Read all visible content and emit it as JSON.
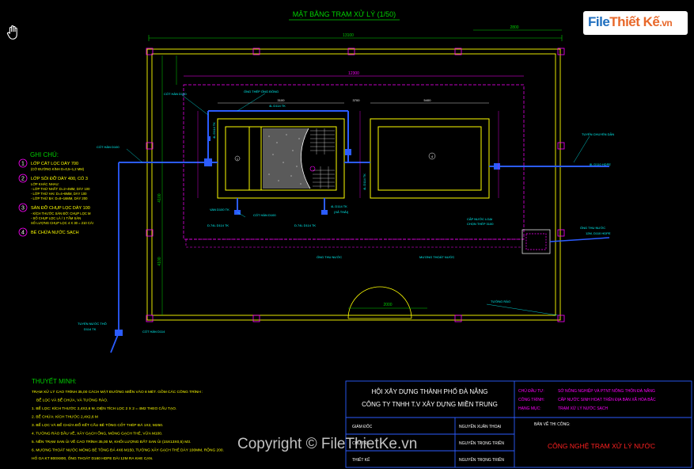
{
  "drawing_title": "MẶT BẰNG TRẠM XỬ LÝ (1/50)",
  "logo": {
    "part1": "File",
    "part2": "Thiết Kế",
    "part3": ".vn"
  },
  "dimensions": {
    "overall_width": "13100",
    "right_segment": "2800",
    "inner_12300": "12300",
    "inner_3700": "3700",
    "inner_5400": "5400",
    "inner_3100": "3100",
    "bottom_2000": "2000",
    "left_height_1": "4100",
    "left_height_2": "4100"
  },
  "plan_labels": {
    "pipe_top_left": "CỐT HÀN D100",
    "pipe_top_mid": "ỐNG THÉP ỐNG ĐỒNG",
    "pipe_d114": "4L D114 TK",
    "pipe_d114_b": "4L D114 TK",
    "pipe_d114_c": "4L D114 TK",
    "pipe_left_valve": "CỐT HÀN D100",
    "tank_number": "4",
    "tank_circle_1": "1",
    "right_pipe": "TUYẾN CHUYỂN DẪN",
    "right_pipe_b": "8L D110 HDPE",
    "mid_label_1": "CỐT HÀN D100",
    "mid_label_2": "VAN D100 TK",
    "mid_label_3": "D.74L D114 TK",
    "mid_label_4": "D.74L D114 TK",
    "mid_label_5": "4L D114 TK",
    "mid_label_6": "(XẢ THẢI)",
    "ong_thu_nuoc": "ỐNG THU NƯỚC",
    "muong_thoat_nuoc": "MƯƠNG THOÁT NƯỚC",
    "tuong_rao": "TƯỜNG RÀO",
    "box_label_1": "ỐNG THU NƯỚC",
    "box_label_2": "12M, D110 HDPE",
    "bottom_left_1": "TUYẾN NƯỚC THÔ",
    "bottom_left_2": "D114 TK",
    "bottom_left_3": "CỐT HÀN D114",
    "mid_box": "CẤP NƯỚC LOẠI",
    "mid_box_b": "CHỌN THÉP 3100"
  },
  "notes": {
    "heading": "GHI CHÚ:",
    "items": [
      {
        "num": "1",
        "text": "LỚP CÁT LỌC DÀY 700",
        "sub": [
          "(CỠ ĐƯỜNG KÍNH D=0,5~1,2 MM)"
        ]
      },
      {
        "num": "2",
        "text": "LỚP SỎI ĐỠ DÀY 400, CÓ 3",
        "sub": [
          "LỚP KHÁC NHAU:",
          "- LỚP THỨ NHẤT: D=2~4MM, DÀY 100",
          "- LỚP THỨ HAI: D=4~8MM, DÀY 100",
          "- LỚP THỨ BA: D=8~16MM, DÀY 200"
        ]
      },
      {
        "num": "3",
        "text": "SÀN ĐỠ CHỤP LỌC DÀY 100",
        "sub": [
          "- KÍCH THƯỚC SÀN ĐỠ: CHỤP LỌC M",
          "- SỐ CHỤP LỌC LÀ / 1 TẤM SÀN",
          "SỐ LƯỢNG CHỤP LỌC 4 X 30 = 210 CÁI"
        ]
      },
      {
        "num": "4",
        "text": "BỂ CHỨA NƯỚC SẠCH",
        "sub": []
      }
    ]
  },
  "explanation": {
    "heading": "THUYẾT MINH:",
    "lines": [
      "TRẠM XỬ LÝ CAO TRÌNH 35,00 CÁCH MẶT ĐƯỜNG MIỀN VÀO 8 MÉT. GỒM CÁC CÔNG TRÌNH :",
      "BỂ LỌC VÀ BỂ CHỨA, VÀ TƯỜNG RÀO.",
      "1. BỂ LỌC: KÍCH THƯỚC 2,4X2,6 M, DIỆN TÍCH LỌC 2 X 2 = 4M2 THEO CẤU TẠO.",
      "2. BỂ CHỨA: KÍCH THƯỚC 2,4X2,6 M",
      "3. BỂ LỌC VÀ BỂ CHỨA ĐỔ KẾT CẤU BÊ TÔNG CỐT THÉP ĐÁ 1X2, M250.",
      "4. TƯỜNG RÀO ĐẦU VỀ, XÂY GẠCH ỐNG, MÓNG GẠCH THẺ, VỮA M100.",
      "5. NỀN TRẠM SAN ỦI VỀ CAO TRÌNH 35,00 M, KHỐI LƯỢNG ĐẤT SAN ỦI (15X13X0,5) M3.",
      "6. MƯƠNG THOÁT NƯỚC MÓNG BÊ TÔNG ĐÁ 4X6 M150, TƯỜNG XÂY GẠCH THẺ DÀY 100MM, RỘNG 200.",
      "HỐ GA KT 800X800, ỐNG THOÁT D160 HDPE DÀI 12M RA KHE CẠN."
    ]
  },
  "title_block": {
    "org1": "HỘI XÂY DỰNG THÀNH PHỐ ĐÀ NẴNG",
    "org2": "CÔNG TY TNHH T.V XÂY DỰNG MIỀN TRUNG",
    "label_chu_dau_tu": "CHỦ ĐẦU TƯ:",
    "label_cong_trinh": "CÔNG TRÌNH:",
    "label_hang_muc": "HẠNG MỤC:",
    "val_chu_dau_tu": "SỞ NÔNG NGHIỆP VÀ PTNT NÔNG THÔN ĐÀ NẴNG",
    "val_cong_trinh": "CẤP NƯỚC SINH HOẠT TRÊN ĐỊA BÀN XÃ HÒA BẮC",
    "val_hang_muc": "TRẠM XỬ LÝ NƯỚC SẠCH",
    "ban_ve": "BẢN VẼ THI CÔNG:",
    "sheet_title": "CÔNG NGHỆ TRẠM XỬ LÝ NƯỚC",
    "rows": [
      {
        "role": "GIÁM ĐỐC",
        "name": "NGUYỄN XUÂN THOẠI"
      },
      {
        "role": "CHỦ TRÌ",
        "name": "NGUYỄN TRỌNG TRIỀN"
      },
      {
        "role": "THIẾT KẾ",
        "name": "NGUYỄN TRỌNG TRIỀN"
      }
    ]
  },
  "watermark": "Copyright © FileThietKe.vn",
  "colors": {
    "yellow": "#ffff00",
    "cyan": "#00ffff",
    "magenta": "#ff00ff",
    "blue": "#2b5cff",
    "green": "#00d000",
    "red": "#ff2020",
    "white": "#ffffff"
  }
}
